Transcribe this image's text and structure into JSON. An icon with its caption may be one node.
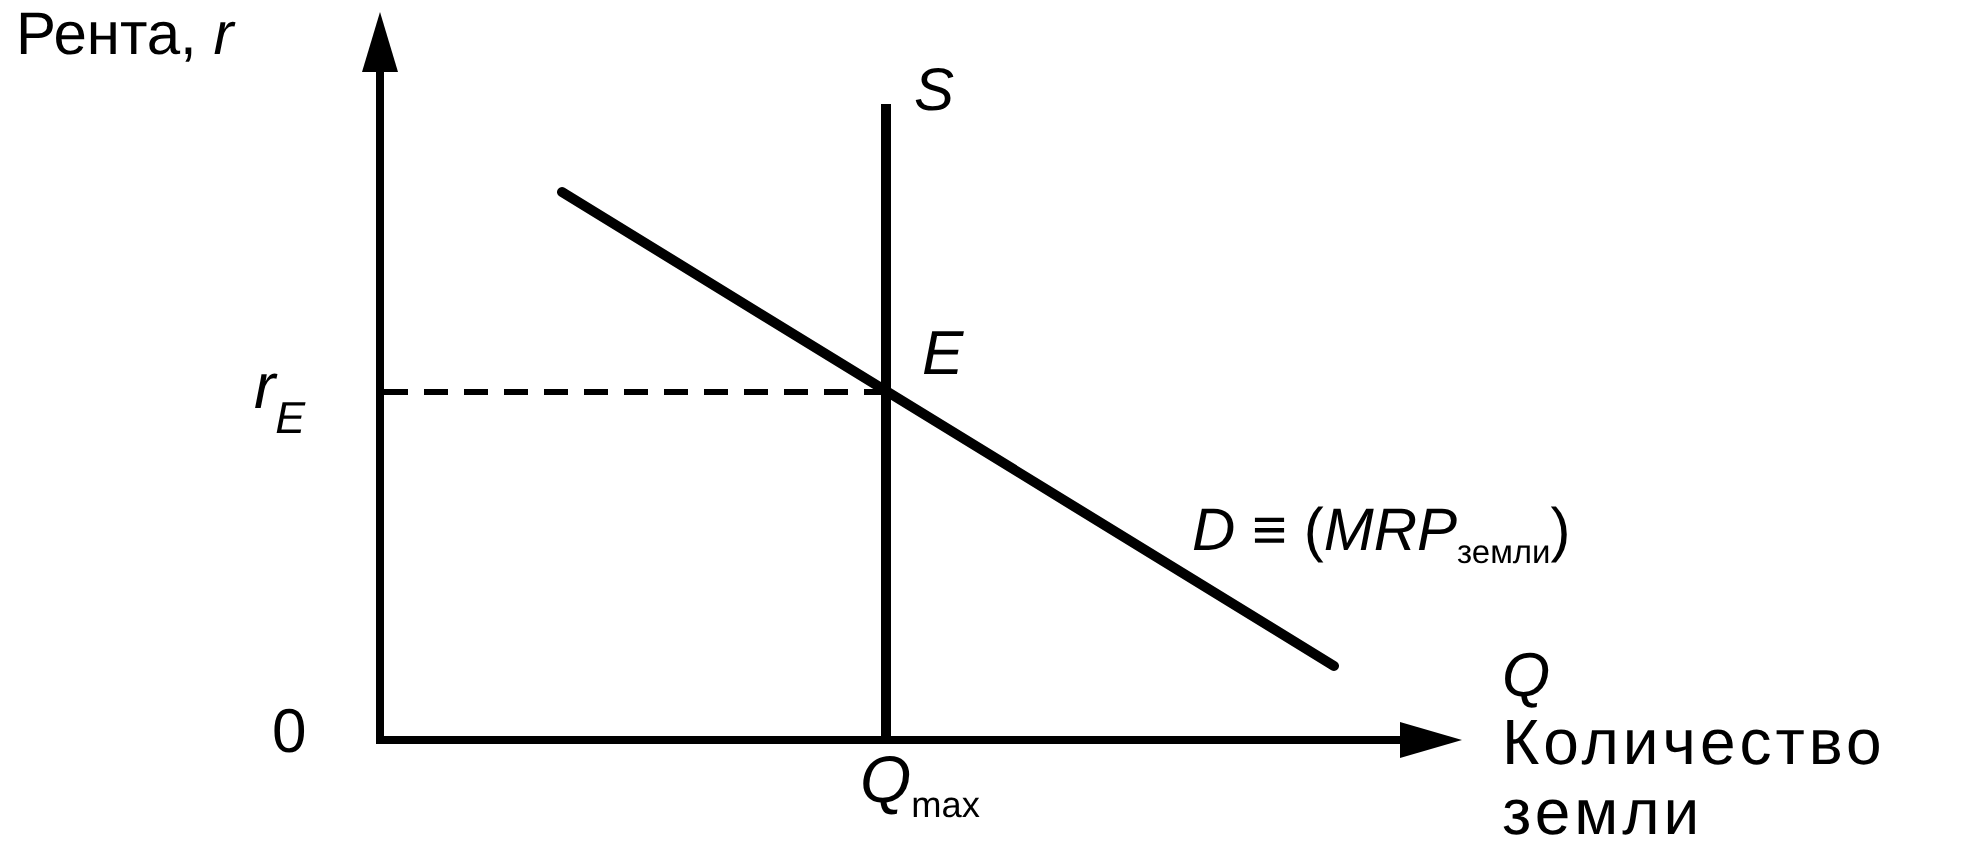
{
  "diagram": {
    "labels": [
      "Рента, *r*",
      "S",
      "E",
      "r$_{E}$",
      "*D* ≡ (*MRP*$_{земли}$)",
      "Q",
      "0",
      "Количество земли",
      "*Q*$_{max}$"
    ]
  }
}
